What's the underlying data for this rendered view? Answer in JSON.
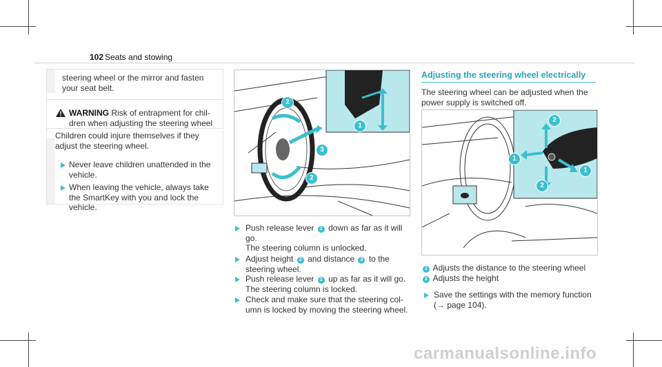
{
  "header": {
    "page_number": "102",
    "section": "Seats and stowing"
  },
  "left_col": {
    "continued_text": [
      "steering wheel or the mirror and fasten",
      "your seat belt."
    ],
    "warning": {
      "label": "WARNING",
      "title_lines": [
        "Risk of entrapment for chil-",
        "dren when adjusting the steering wheel"
      ],
      "body": [
        "Children could injure themselves if they",
        "adjust the steering wheel."
      ],
      "steps": [
        [
          "Never leave children unattended in the",
          "vehicle."
        ],
        [
          "When leaving the vehicle, always take",
          "the SmartKey with you and lock the",
          "vehicle."
        ]
      ]
    }
  },
  "mid_col": {
    "figure_callouts": [
      "1",
      "2",
      "3",
      "2"
    ],
    "steps": [
      {
        "parts": [
          "Push release lever",
          "1",
          "down as far as it will"
        ],
        "lines": [
          "go.",
          "The steering column is unlocked."
        ]
      },
      {
        "parts": [
          "Adjust height",
          "2",
          "and distance",
          "3",
          "to the"
        ],
        "lines": [
          "steering wheel."
        ]
      },
      {
        "parts": [
          "Push release lever",
          "1",
          "up as far as it will go."
        ],
        "lines": [
          "The steering column is locked."
        ]
      },
      {
        "parts": [
          "Check and make sure that the steering col-"
        ],
        "lines": [
          "umn is locked by moving the steering wheel."
        ]
      }
    ]
  },
  "right_col": {
    "title": "Adjusting the steering wheel electrically",
    "intro": [
      "The steering wheel can be adjusted when the",
      "power supply is switched off."
    ],
    "figure_callouts": [
      "2",
      "1",
      "1",
      "2"
    ],
    "legend": [
      {
        "num": "1",
        "text": "Adjusts the distance to the steering wheel"
      },
      {
        "num": "2",
        "text": "Adjusts the height"
      }
    ],
    "step": [
      "Save the settings with the memory function",
      "(→ page 104)."
    ]
  },
  "watermark": "carmanualsonline.info",
  "colors": {
    "accent": "#3bbfcf",
    "highlight_bg": "#b9e8ec",
    "text": "#333333"
  }
}
